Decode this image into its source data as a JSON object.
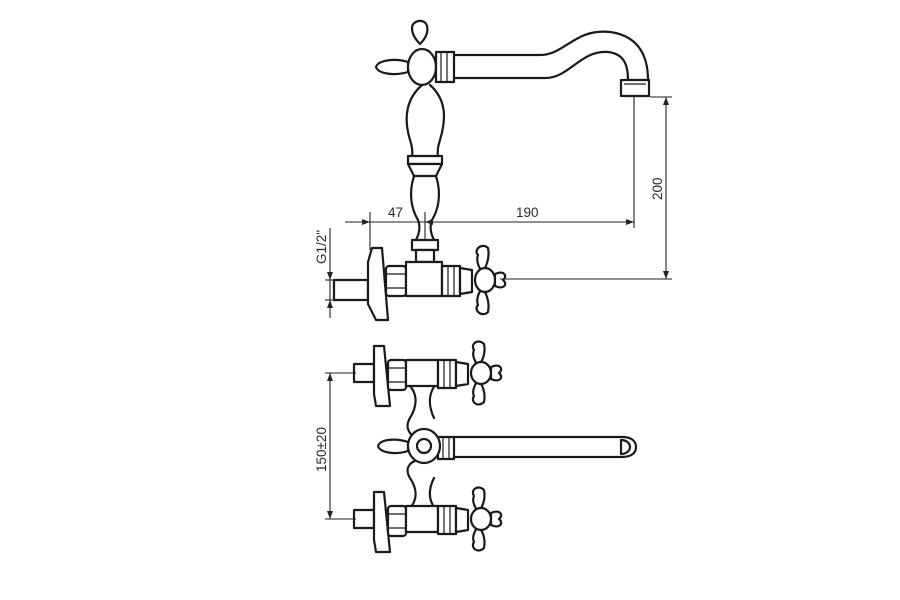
{
  "drawing": {
    "side_view": {
      "dimensions": {
        "offset_47": "47",
        "reach_190": "190",
        "height_200": "200",
        "thread": "G1/2\""
      }
    },
    "front_view": {
      "dimensions": {
        "centers": "150±20"
      }
    }
  }
}
